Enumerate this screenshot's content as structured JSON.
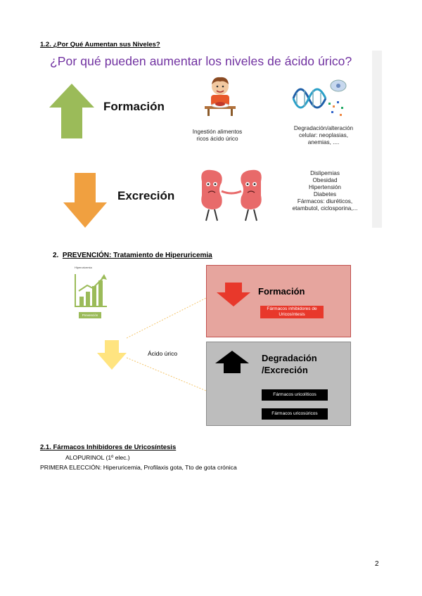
{
  "section_1_2": {
    "heading": "1.2. ¿Por Qué Aumentan sus Niveles?"
  },
  "slide1": {
    "title": "¿Por qué pueden aumentar los niveles de ácido úrico?",
    "formacion_label": "Formación",
    "excrecion_label": "Excreción",
    "caption_ingestion": [
      "Ingestión alimentos",
      "ricos ácido úrico"
    ],
    "caption_degradacion": [
      "Degradación/alteración",
      "celular: neoplasias,",
      "anemias, ...."
    ],
    "caption_excrecion": [
      "Dislipemias",
      "Obesidad",
      "Hipertensión",
      "Diabetes",
      "Fármacos: diuréticos,",
      "etambutol, ciclosporina,..."
    ]
  },
  "section_2": {
    "number": "2.",
    "heading": "PREVENCIÓN: Tratamiento de Hiperuricemia"
  },
  "slide2": {
    "small_chart_title": "Hiperuricemia",
    "prevencion_tag": "Prevención",
    "acido_urico_label": "Ácido úrico",
    "formacion_label": "Formación",
    "formacion_pill": [
      "Fármacos inhibidores de",
      "Uricosíntesis"
    ],
    "degradacion_label": [
      "Degradación",
      "/Excreción"
    ],
    "pill_uricoliticos": "Fármacos uricolíticos",
    "pill_uricosuricos": "Fármacos uricosúricos"
  },
  "section_2_1": {
    "heading": "2.1. Fármacos Inhibidores de Uricosíntesis",
    "line1": "ALOPURINOL (1º elec.)",
    "line2": "PRIMERA ELECCIÓN: Hiperuricemia, Profilaxis gota, Tto de gota crónica"
  },
  "page_number": "2",
  "colors": {
    "title_purple": "#7030a0",
    "arrow_green": "#9bbb59",
    "arrow_orange": "#f0a040",
    "arrow_red": "#e8382b",
    "arrow_yellow": "#ffe480",
    "box_pink": "#e6a59e",
    "box_gray": "#bdbdbd",
    "pill_red": "#e8382b",
    "pill_black": "#000000"
  }
}
